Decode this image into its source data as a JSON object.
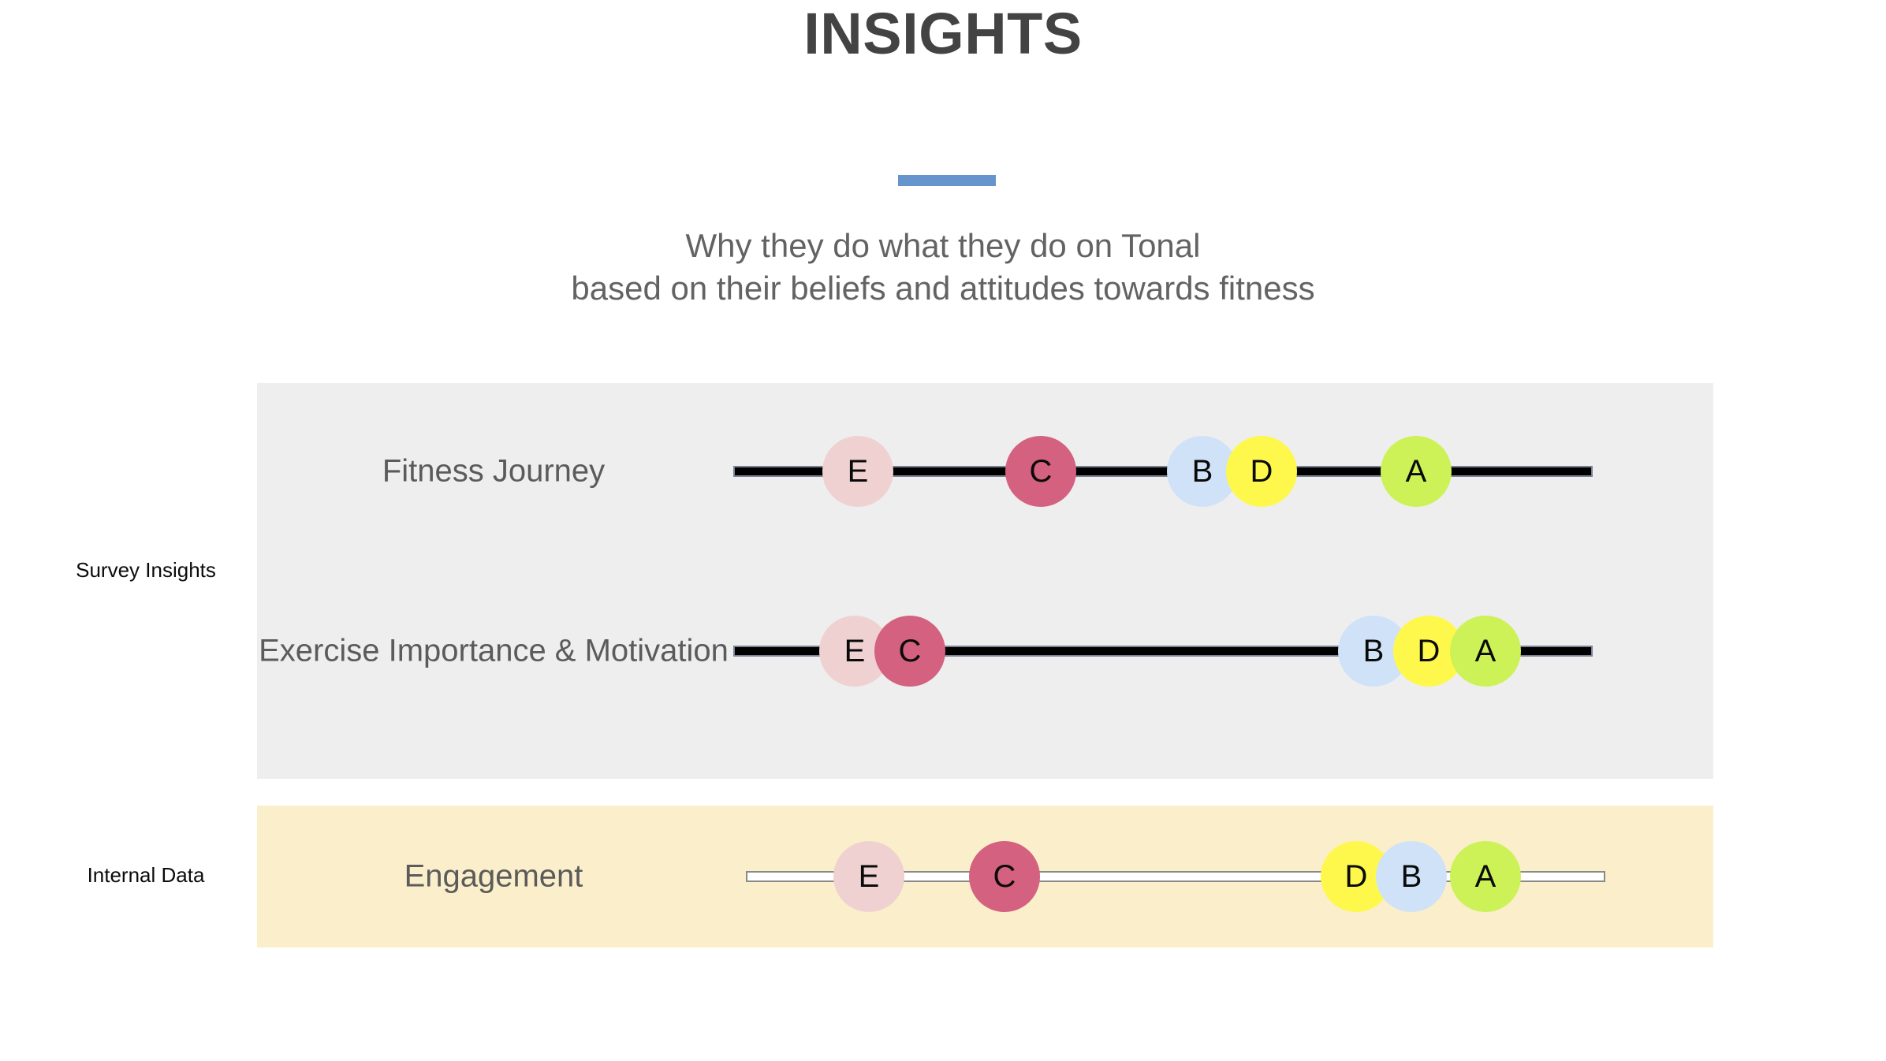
{
  "header": {
    "title": "INSIGHTS",
    "accent_color": "#6694cd",
    "subtitle_line_1": "Why they do what they do on Tonal",
    "subtitle_line_2": "based on their beliefs and attitudes towards fitness"
  },
  "groups": [
    {
      "id": "survey",
      "label": "Survey Insights",
      "background": "#eeeeee"
    },
    {
      "id": "internal",
      "label": "Internal Data",
      "background": "#fbeeca"
    }
  ],
  "legend_colors": {
    "A": "#ccf257",
    "B": "#cfe2f8",
    "C": "#d3617f",
    "D": "#fff84c",
    "E": "#efd1d1"
  },
  "chart_data": {
    "type": "scatter",
    "title": "INSIGHTS",
    "xlabel": "",
    "ylabel": "",
    "xlim": [
      0,
      100
    ],
    "grid": false,
    "legend": "none",
    "series_labels": [
      "A",
      "B",
      "C",
      "D",
      "E"
    ],
    "rows": [
      {
        "name": "Fitness Journey",
        "group": "Survey Insights",
        "line_style": "solid-black",
        "markers": [
          {
            "label": "E",
            "x": 14.5,
            "color": "#efd1d1"
          },
          {
            "label": "C",
            "x": 35.8,
            "color": "#d3617f"
          },
          {
            "label": "B",
            "x": 54.6,
            "color": "#cfe2f8"
          },
          {
            "label": "D",
            "x": 61.5,
            "color": "#fff84c"
          },
          {
            "label": "A",
            "x": 73.0,
            "color": "#ccf257"
          }
        ]
      },
      {
        "name": "Exercise Importance & Motivation",
        "group": "Survey Insights",
        "line_style": "solid-black",
        "markers": [
          {
            "label": "E",
            "x": 14.2,
            "color": "#efd1d1"
          },
          {
            "label": "C",
            "x": 20.6,
            "color": "#d3617f"
          },
          {
            "label": "B",
            "x": 74.0,
            "color": "#cfe2f8"
          },
          {
            "label": "D",
            "x": 80.4,
            "color": "#fff84c"
          },
          {
            "label": "A",
            "x": 87.0,
            "color": "#ccf257"
          }
        ]
      },
      {
        "name": "Engagement",
        "group": "Internal Data",
        "line_style": "hollow-outline",
        "markers": [
          {
            "label": "E",
            "x": 15.2,
            "color": "#efd1d1"
          },
          {
            "label": "C",
            "x": 26.5,
            "color": "#d3617f"
          },
          {
            "label": "D",
            "x": 73.0,
            "color": "#fff84c"
          },
          {
            "label": "B",
            "x": 79.5,
            "color": "#cfe2f8"
          },
          {
            "label": "A",
            "x": 88.5,
            "color": "#ccf257"
          }
        ]
      }
    ]
  }
}
